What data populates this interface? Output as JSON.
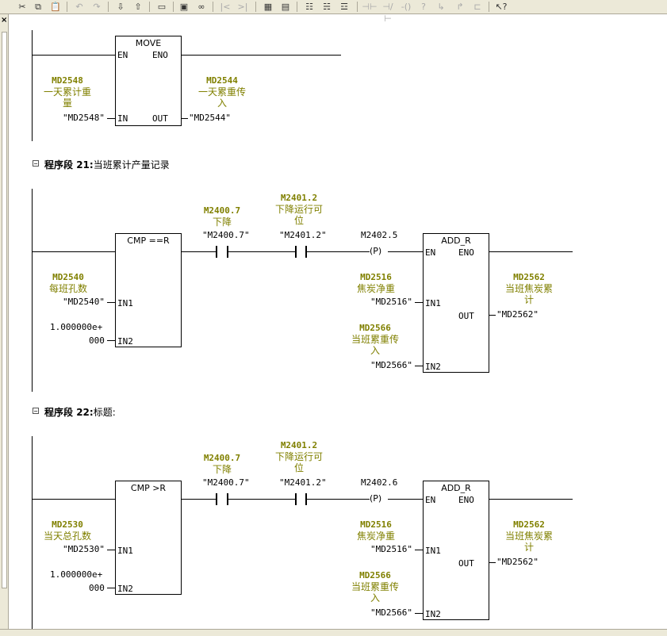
{
  "toolbar": {
    "buttons": [
      {
        "icon": "cut-icon",
        "glyph": "✂"
      },
      {
        "icon": "copy-icon",
        "glyph": "⧉"
      },
      {
        "icon": "paste-icon",
        "glyph": "📋"
      },
      {
        "icon": "undo-icon",
        "glyph": "↶"
      },
      {
        "icon": "redo-icon",
        "glyph": "↷"
      },
      {
        "icon": "download-icon",
        "glyph": "⇩"
      },
      {
        "icon": "upload-icon",
        "glyph": "⇧"
      },
      {
        "icon": "print-icon",
        "glyph": "▭"
      },
      {
        "icon": "online-icon",
        "glyph": "▣"
      },
      {
        "icon": "monitor-icon",
        "glyph": "∞"
      },
      {
        "icon": "run-icon",
        "glyph": "|<"
      },
      {
        "icon": "step-icon",
        "glyph": ">|"
      },
      {
        "icon": "view-icon",
        "glyph": "▦"
      },
      {
        "icon": "chart-icon",
        "glyph": "▤"
      },
      {
        "icon": "network-icon",
        "glyph": "☷"
      },
      {
        "icon": "insert-network-icon",
        "glyph": "☵"
      },
      {
        "icon": "delete-network-icon",
        "glyph": "☲"
      },
      {
        "icon": "contact-icon",
        "glyph": "⊣⊢"
      },
      {
        "icon": "nc-contact-icon",
        "glyph": "⊣/⊢"
      },
      {
        "icon": "coil-icon",
        "glyph": "-()"
      },
      {
        "icon": "box-icon",
        "glyph": "?"
      },
      {
        "icon": "branch-down-icon",
        "glyph": "↳"
      },
      {
        "icon": "branch-up-icon",
        "glyph": "↱"
      },
      {
        "icon": "branch-close-icon",
        "glyph": "⊏"
      },
      {
        "icon": "help-icon",
        "glyph": "↖?"
      }
    ]
  },
  "networks": [
    {
      "move": {
        "title": "MOVE",
        "en": "EN",
        "eno": "ENO",
        "in": "IN",
        "out": "OUT",
        "in_sym": "MD2548",
        "in_comment_1": "一天累计重",
        "in_comment_2": "量",
        "in_addr": "\"MD2548\"",
        "out_sym": "MD2544",
        "out_comment_1": "一天累重传",
        "out_comment_2": "入",
        "out_addr": "\"MD2544\""
      }
    },
    {
      "segment_label": "程序段",
      "segment_no": "21",
      "segment_comment": "当班累计产量记录",
      "cmp": {
        "title": "CMP ==R",
        "in1": "IN1",
        "in2": "IN2",
        "in1_sym": "MD2540",
        "in1_comment": "每班孔数",
        "in1_addr": "\"MD2540\"",
        "in2_val_1": "1.000000e+",
        "in2_val_2": "000"
      },
      "c1": {
        "sym": "M2400.7",
        "comment": "下降",
        "addr": "\"M2400.7\""
      },
      "c2": {
        "sym": "M2401.2",
        "comment_1": "下降运行可",
        "comment_2": "位",
        "addr": "\"M2401.2\""
      },
      "coil": {
        "addr": "M2402.5",
        "glyph": "(P)"
      },
      "add": {
        "title": "ADD_R",
        "en": "EN",
        "eno": "ENO",
        "in1": "IN1",
        "in2": "IN2",
        "out": "OUT",
        "in1_sym": "MD2516",
        "in1_comment": "焦炭净重",
        "in1_addr": "\"MD2516\"",
        "in2_sym": "MD2566",
        "in2_comment_1": "当班累重传",
        "in2_comment_2": "入",
        "in2_addr": "\"MD2566\"",
        "out_sym": "MD2562",
        "out_comment_1": "当班焦炭累",
        "out_comment_2": "计",
        "out_addr": "\"MD2562\""
      }
    },
    {
      "segment_label": "程序段",
      "segment_no": "22",
      "segment_comment": "标题:",
      "cmp": {
        "title": "CMP >R",
        "in1": "IN1",
        "in2": "IN2",
        "in1_sym": "MD2530",
        "in1_comment": "当天总孔数",
        "in1_addr": "\"MD2530\"",
        "in2_val_1": "1.000000e+",
        "in2_val_2": "000"
      },
      "c1": {
        "sym": "M2400.7",
        "comment": "下降",
        "addr": "\"M2400.7\""
      },
      "c2": {
        "sym": "M2401.2",
        "comment_1": "下降运行可",
        "comment_2": "位",
        "addr": "\"M2401.2\""
      },
      "coil": {
        "addr": "M2402.6",
        "glyph": "(P)"
      },
      "add": {
        "title": "ADD_R",
        "en": "EN",
        "eno": "ENO",
        "in1": "IN1",
        "in2": "IN2",
        "out": "OUT",
        "in1_sym": "MD2516",
        "in1_comment": "焦炭净重",
        "in1_addr": "\"MD2516\"",
        "in2_sym": "MD2566",
        "in2_comment_1": "当班累重传",
        "in2_comment_2": "入",
        "in2_addr": "\"MD2566\"",
        "out_sym": "MD2562",
        "out_comment_1": "当班焦炭累",
        "out_comment_2": "计",
        "out_addr": "\"MD2562\""
      }
    }
  ]
}
